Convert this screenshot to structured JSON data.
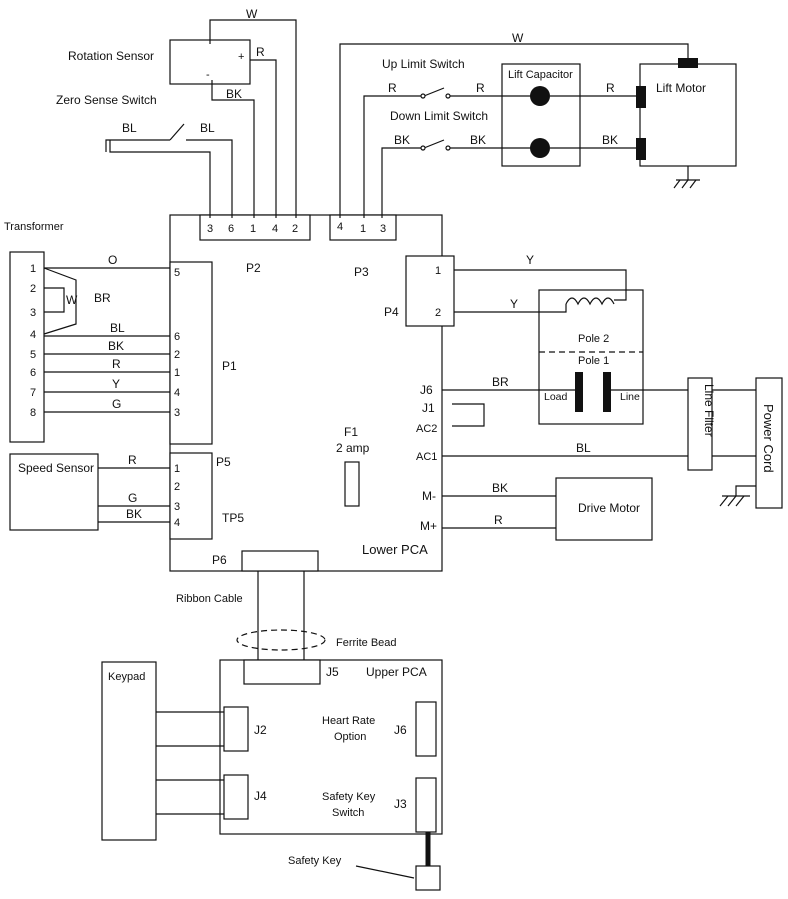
{
  "components": {
    "rotation_sensor": "Rotation Sensor",
    "zero_sense_switch": "Zero Sense Switch",
    "transformer": "Transformer",
    "up_limit_switch": "Up Limit Switch",
    "down_limit_switch": "Down Limit Switch",
    "lift_capacitor": "Lift Capacitor",
    "lift_motor": "Lift Motor",
    "speed_sensor": "Speed Sensor",
    "drive_motor": "Drive Motor",
    "line_filter": "Line Filter",
    "power_cord": "Power Cord",
    "lower_pca": "Lower PCA",
    "upper_pca": "Upper PCA",
    "ribbon_cable": "Ribbon Cable",
    "ferrite_bead": "Ferrite Bead",
    "keypad": "Keypad",
    "heart_rate_option": [
      "Heart Rate",
      "Option"
    ],
    "safety_key_switch": [
      "Safety Key",
      "Switch"
    ],
    "safety_key": "Safety Key",
    "fuse": [
      "F1",
      "2 amp"
    ],
    "pole2": "Pole 2",
    "pole1": "Pole 1",
    "load": "Load",
    "line": "Line",
    "sensor_plus": "+",
    "sensor_minus": "-"
  },
  "connectors": {
    "P1": "P1",
    "P2": "P2",
    "P3": "P3",
    "P4": "P4",
    "P5": "P5",
    "P6": "P6",
    "TP5": "TP5",
    "J1": "J1",
    "J2": "J2",
    "J3": "J3",
    "J4": "J4",
    "J5": "J5",
    "J6": "J6",
    "AC1": "AC1",
    "AC2": "AC2",
    "M_minus": "M-",
    "M_plus": "M+"
  },
  "pins": {
    "p2": [
      "3",
      "6",
      "1",
      "4",
      "2"
    ],
    "p3": [
      "4",
      "1",
      "3"
    ],
    "p4": [
      "1",
      "2"
    ],
    "p1": [
      "5",
      "6",
      "2",
      "1",
      "4",
      "3"
    ],
    "p5": [
      "1",
      "2",
      "3",
      "4"
    ],
    "transformer": [
      "1",
      "2",
      "3",
      "4",
      "5",
      "6",
      "7",
      "8"
    ]
  },
  "wire_colors": {
    "W": "W",
    "R": "R",
    "BK": "BK",
    "BL": "BL",
    "BR": "BR",
    "O": "O",
    "Y": "Y",
    "G": "G"
  }
}
